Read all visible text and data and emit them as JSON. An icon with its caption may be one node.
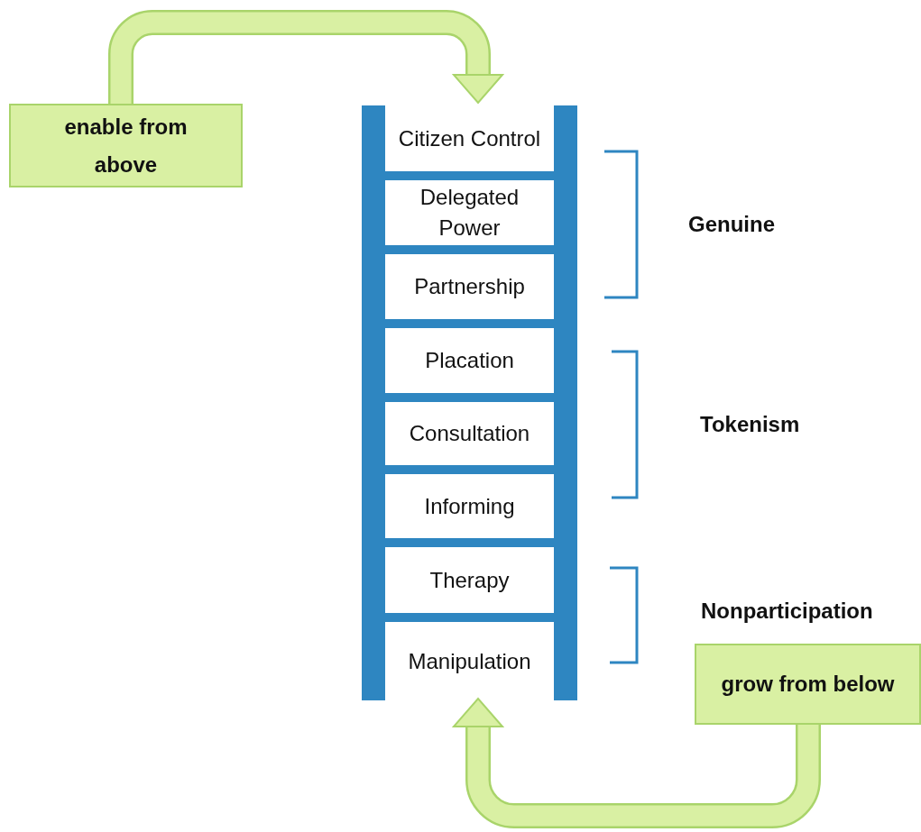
{
  "diagram": {
    "nodes": [
      {
        "text": [
          "enable from above"
        ]
      },
      {
        "text": [],
        "shape": "ladder"
      },
      {
        "text": [
          "Citizen Control"
        ],
        "in": 1
      },
      {
        "text": [
          "Delegated Power"
        ],
        "in": 1
      },
      {
        "text": [
          "Partnership"
        ],
        "in": 1
      },
      {
        "text": [
          "Placation"
        ],
        "in": 1
      },
      {
        "text": [
          "Consultation"
        ],
        "in": 1
      },
      {
        "text": [
          "Informing"
        ],
        "in": 1
      },
      {
        "text": [
          "Therapy"
        ],
        "in": 1
      },
      {
        "text": [
          "Manipulation"
        ],
        "in": 1
      },
      {
        "text": [
          "grow from below"
        ]
      }
    ],
    "edges": [
      {
        "from": 0,
        "to": 1,
        "arrow": "to"
      },
      {
        "from": 10,
        "to": 1,
        "arrow": "to"
      }
    ],
    "labels": [
      "Genuine",
      "Tokenism",
      "Nonparticipation"
    ]
  }
}
